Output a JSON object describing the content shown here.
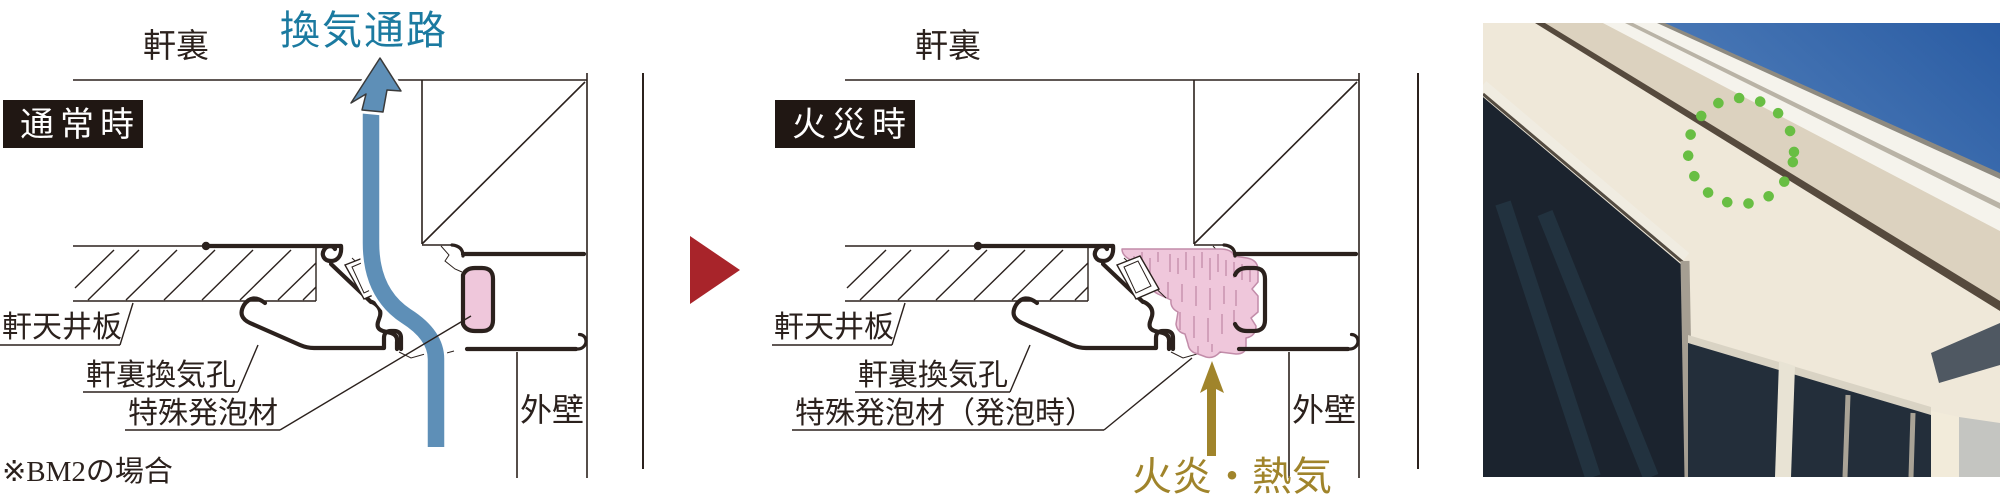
{
  "figure": {
    "normal_panel": {
      "badge": "通常時",
      "roof_label": "軒裏",
      "flow_label": "換気通路",
      "soffit_label": "軒天井板",
      "vent_label": "軒裏換気孔",
      "foam_label": "特殊発泡材",
      "wall_label": "外壁",
      "footnote": "※BM2の場合"
    },
    "fire_panel": {
      "badge": "火災時",
      "roof_label": "軒裏",
      "soffit_label": "軒天井板",
      "vent_label": "軒裏換気孔",
      "foam_label": "特殊発泡材（発泡時）",
      "wall_label": "外壁",
      "flame_label": "火炎・熱気"
    }
  },
  "colors": {
    "ink": "#2b211d",
    "teal": "#1b7aa0",
    "flow-blue": "#5e8fb7",
    "foam-pink": "#efc7db",
    "foam-streak": "#c28ca9",
    "gold": "#a0842b",
    "arrow-red": "#a8242a",
    "badge-bg": "#201713",
    "badge-text": "#ffffff",
    "circle-green": "#68be43",
    "sky-top": "#2a5ca3",
    "sky-bottom": "#82abd8",
    "stucco": "#efe8d9",
    "fascia": "#f5f3ec",
    "soffit": "#dcd2bf",
    "slit": "#564a3d",
    "glass": "#1b232e",
    "glass2": "#232e3a",
    "frame-light": "#a59e92",
    "neighbor-gray": "#c4c5c1",
    "neighbor-roof": "#4f5862"
  }
}
